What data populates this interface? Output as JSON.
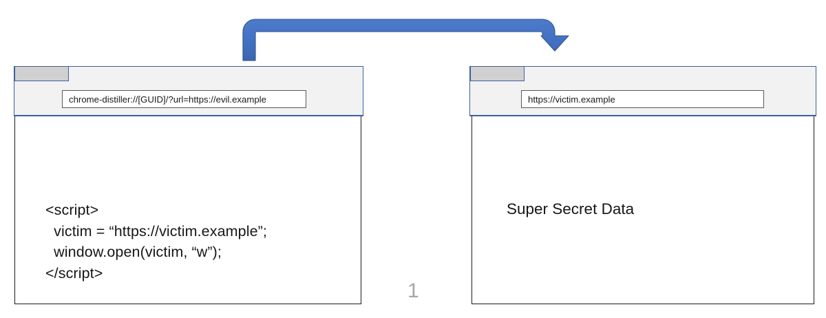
{
  "slide": {
    "number": "1",
    "accent_color": "#4472C4",
    "accent_outline_color": "#2F528F",
    "window_border_color": "#3A5F9E",
    "header_background": "#F2F2F2",
    "tab_background": "#D0D0D0",
    "body_background": "#FFFFFF",
    "text_color": "#161616",
    "slide_number_color": "#A6A6A6"
  },
  "arrow": {
    "name": "flow-arrow",
    "shape": "u-turn-up-over-down",
    "direction": "left-window-to-right-window",
    "color": "#4472C4",
    "outline_color": "#2F528F"
  },
  "windows": [
    {
      "id": "attacker",
      "role": "attacker-page",
      "tab": {
        "label": ""
      },
      "urlbar": {
        "value": "chrome-distiller://[GUID]/?url=https://evil.example",
        "placeholder": "Search or type URL"
      },
      "content": {
        "type": "code",
        "lines": [
          "<script>",
          "  victim = “https://victim.example”;",
          "  window.open(victim, “w”);",
          "</script>"
        ]
      }
    },
    {
      "id": "victim",
      "role": "victim-page",
      "tab": {
        "label": ""
      },
      "urlbar": {
        "value": "https://victim.example",
        "placeholder": "Search or type URL"
      },
      "content": {
        "type": "text",
        "text": "Super Secret Data"
      }
    }
  ]
}
